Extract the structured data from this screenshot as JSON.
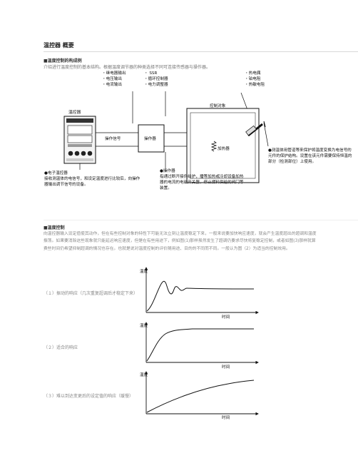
{
  "page": {
    "title": "温控器 概要",
    "section1": {
      "heading": "■温度控制的构成例",
      "intro": "介绍进行温度控制的基本结构。根据温度调节器的种类选择不同可连接传感器与操作器。",
      "outputs_col1": [
        "・继电器输出",
        "・电压输出",
        "・电流输出"
      ],
      "outputs_col2": [
        "・ SSR",
        "・循环控制器",
        "・电力调整器"
      ],
      "sensors": [
        "・热电偶",
        "・铂电阻",
        "・热敏电阻"
      ],
      "controller_label": "温控器",
      "signal_label": "操作信号",
      "actuator_label": "操作器",
      "object_label": "控制对象",
      "heater_label": "加热器",
      "sensor_note_title": "●测温体",
      "sensor_note": "用管道等来保护将温度变换为电信号的元件的保护结构。设置在该元件需要保持恒温的部分（检测部位）上使用。",
      "controller_note_title": "●电子温控器",
      "controller_note": "接收测温体的电信号，和设定温度进行比较后，向操作器输出调节信号的设备。",
      "actuator_note_title": "●操作器",
      "actuator_note": "指通过断开接供给护，播等加热或冷却设备加热器的电流的电磁开关器，停止燃料供给的阀门等装置。"
    },
    "section2": {
      "heading": "■温度控制",
      "paragraph": "向温控器输入设定值使其动作，但在有些控制对象的特性下可能无法立刻让温度稳定下来，一般来说要加快响应速度，就会产生温度超出的超调和温度振荡。如果要消除这些现象就只能延迟响应速度，但是在有些用途下，例如图(1)那样虽然发生了超调仍要求尽快将复稳定控制，或者如图(3)那样就算费些时间仍希望抑制超调的情况也存在。也就是说对温度控制的评价随用途、目的的不同而不同。一般认为图（2）为适当的控制效用。",
      "responses": [
        {
          "label": "（１）振动的响应（几次重复超调后才稳定下来）",
          "ylabel": "温度",
          "xlabel": "时间"
        },
        {
          "label": "（２）适合的响应",
          "ylabel": "温度",
          "xlabel": "时间"
        },
        {
          "label": "（３）难以到达变更后的设定值的响应（缓慢）",
          "ylabel": "温度",
          "xlabel": "时间"
        }
      ]
    }
  }
}
